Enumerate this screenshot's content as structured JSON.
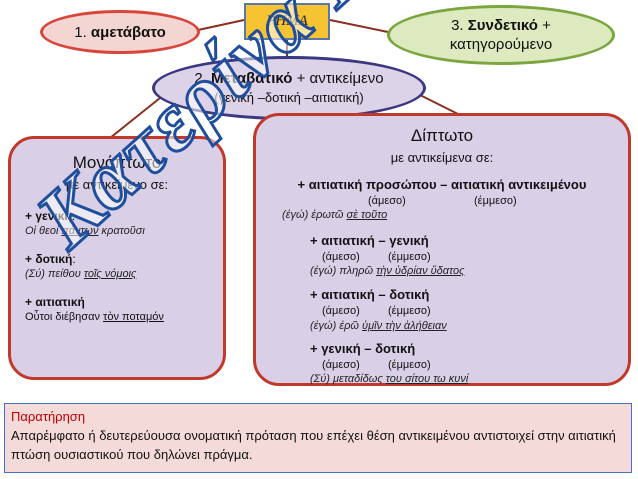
{
  "root": {
    "label": "ΡΗΜΑ"
  },
  "node1": {
    "number": "1.",
    "label": "αμετάβατο"
  },
  "node3": {
    "number": "3.",
    "label_bold": "Συνδετικό",
    "plus": "+",
    "line2": "κατηγορούμενο"
  },
  "node2": {
    "number": "2.",
    "label_bold": "Μεταβατικό",
    "suffix": "+ αντικείμενο",
    "sub": "(γενική –δοτική –αιτιατική)"
  },
  "left_box": {
    "title": "Μονόπτωτο",
    "subtitle": "με αντικείμενο σε:",
    "items": [
      {
        "plus": "+",
        "label": "γενική",
        "colon": ":",
        "ex_pre": "Οἱ θεοί ",
        "ex_u": "πάντων",
        "ex_post": " κρατοῦσι"
      },
      {
        "plus": "+",
        "label": "δοτική",
        "colon": ":",
        "ex_pre": "(Σύ) πείθου ",
        "ex_u": "τοῖς νόμοις",
        "ex_post": ""
      },
      {
        "plus": "+",
        "label": "αιτιατική",
        "colon": "",
        "ex_pre": "Οὗτοι διέβησαν ",
        "ex_u": "τὸν ποταμόν",
        "ex_post": ""
      }
    ]
  },
  "right_box": {
    "title": "Δίπτωτο",
    "subtitle": "με αντικείμενα σε:",
    "groups": [
      {
        "line": "+ αιτιατική προσώπου – αιτιατική αντικειμένου",
        "direct": "(άμεσο)",
        "indirect": "(έμμεσο)",
        "ex_pre": "(ἐγώ) ἐρωτῶ ",
        "ex_u": "σὲ τοῦτο",
        "ex_post": ""
      },
      {
        "line": "+ αιτιατική – γενική",
        "direct": "(άμεσο)",
        "indirect": "(έμμεσο)",
        "ex_pre": "(ἐγώ) πληρῶ ",
        "ex_u": "τὴν ὑδρίαν ὕδατος",
        "ex_post": ""
      },
      {
        "line": "+ αιτιατική – δοτική",
        "direct": "(άμεσο)",
        "indirect": "(έμμεσο)",
        "ex_pre": "(ἐγώ) ἐρῶ ",
        "ex_u": "ὑμῖν τὴν ἀλήθειαν",
        "ex_post": ""
      },
      {
        "line": "+ γενική – δοτική",
        "direct": "(άμεσο)",
        "indirect": "(έμμεσο)",
        "ex_pre": "(Σύ) μεταδίδως ",
        "ex_u": "του σίτου τω κυνί",
        "ex_post": ""
      }
    ]
  },
  "note": {
    "title": "Παρατήρηση",
    "text": "Απαρέμφατο ή δευτερεύουσα ονοματική πρόταση που επέχει θέση αντικειμένου αντιστοιχεί στην αιτιατική πτώση ουσιαστικού που δηλώνει πράγμα."
  },
  "watermark": {
    "text": "Κατερίνα Γεραλή"
  },
  "colors": {
    "root_fill": "#f6c332",
    "node1_border": "#d9453b",
    "node3_border": "#7aa53f",
    "node2_border": "#3b3780",
    "box_border": "#c0392b",
    "box_fill": "#d9d0e7",
    "connector": "#8b2e1f",
    "note_fill": "#f4dbd9",
    "note_title": "#c00000"
  }
}
